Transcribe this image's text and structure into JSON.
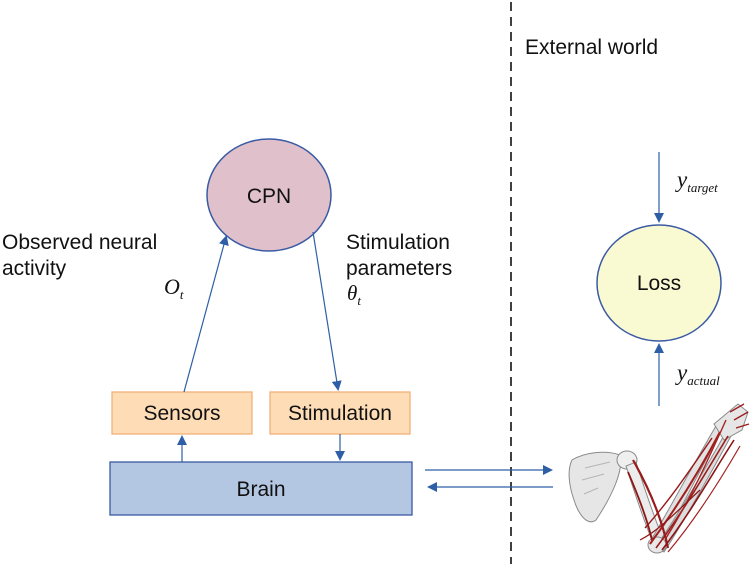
{
  "colors": {
    "cpn_fill": "#dfc0cb",
    "cpn_stroke": "#3a5ba3",
    "loss_fill": "#fafad2",
    "loss_stroke": "#3a5ba3",
    "box_fill": "#fddcb6",
    "box_stroke": "#f0b27a",
    "brain_fill": "#b4c7e2",
    "brain_stroke": "#3a5ba3",
    "arrow": "#2e5fa6",
    "divider": "#111111",
    "muscle": "#9b1c1c",
    "bone": "#e8e8e8"
  },
  "nodes": {
    "cpn": "CPN",
    "loss": "Loss",
    "sensors": "Sensors",
    "stimulation": "Stimulation",
    "brain": "Brain"
  },
  "labels": {
    "external_world": "External world",
    "observed_line1": "Observed neural",
    "observed_line2": "activity",
    "stim_params_line1": "Stimulation",
    "stim_params_line2": "parameters"
  },
  "math": {
    "o_base": "O",
    "o_sub": "t",
    "theta_base": "θ",
    "theta_sub": "t",
    "y_target_base": "y",
    "y_target_sub": "target",
    "y_actual_base": "y",
    "y_actual_sub": "actual"
  },
  "illustration": {
    "arm_icon": "musculoskeletal-arm-icon"
  }
}
